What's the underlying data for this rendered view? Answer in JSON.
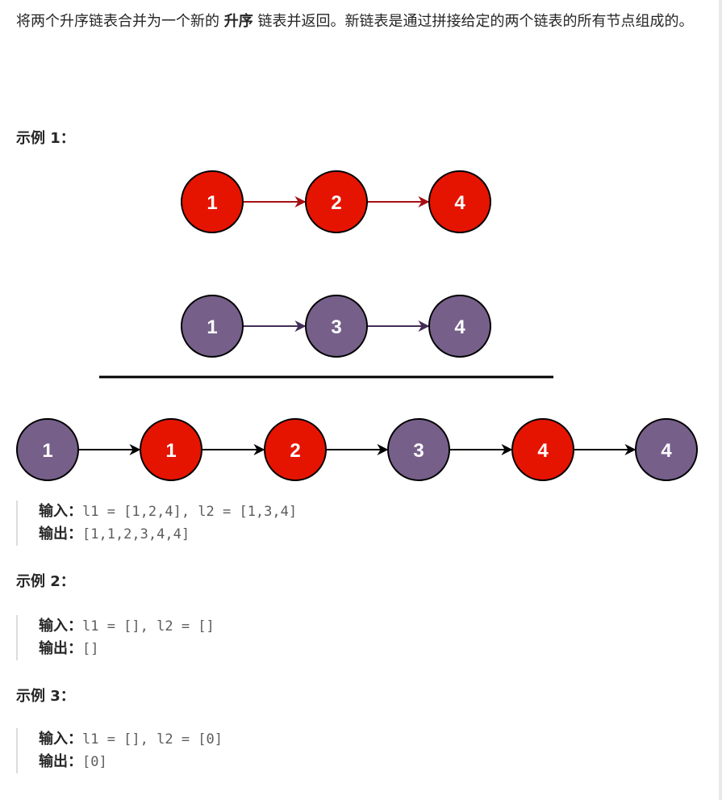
{
  "description": {
    "part1": "将两个升序链表合并为一个新的 ",
    "bold": "升序",
    "part2": " 链表并返回。新链表是通过拼接给定的两个链表的所有节点组成的。"
  },
  "examples": [
    {
      "title": "示例 1：",
      "input_label": "输入：",
      "input_value": "l1 = [1,2,4], l2 = [1,3,4]",
      "output_label": "输出：",
      "output_value": "[1,1,2,3,4,4]"
    },
    {
      "title": "示例 2：",
      "input_label": "输入：",
      "input_value": "l1 = [], l2 = []",
      "output_label": "输出：",
      "output_value": "[]"
    },
    {
      "title": "示例 3：",
      "input_label": "输入：",
      "input_value": "l1 = [], l2 = [0]",
      "output_label": "输出：",
      "output_value": "[0]"
    }
  ],
  "diagram": {
    "colors": {
      "red": "#e51400",
      "purple": "#76608a",
      "red_arrow": "#a50f15",
      "purple_arrow": "#432d57",
      "merged_arrow": "#000000"
    },
    "list1": [
      {
        "label": "1",
        "kind": "red"
      },
      {
        "label": "2",
        "kind": "red"
      },
      {
        "label": "4",
        "kind": "red"
      }
    ],
    "list2": [
      {
        "label": "1",
        "kind": "purple"
      },
      {
        "label": "3",
        "kind": "purple"
      },
      {
        "label": "4",
        "kind": "purple"
      }
    ],
    "merged": [
      {
        "label": "1",
        "kind": "purple"
      },
      {
        "label": "1",
        "kind": "red"
      },
      {
        "label": "2",
        "kind": "red"
      },
      {
        "label": "3",
        "kind": "purple"
      },
      {
        "label": "4",
        "kind": "red"
      },
      {
        "label": "4",
        "kind": "purple"
      }
    ]
  }
}
